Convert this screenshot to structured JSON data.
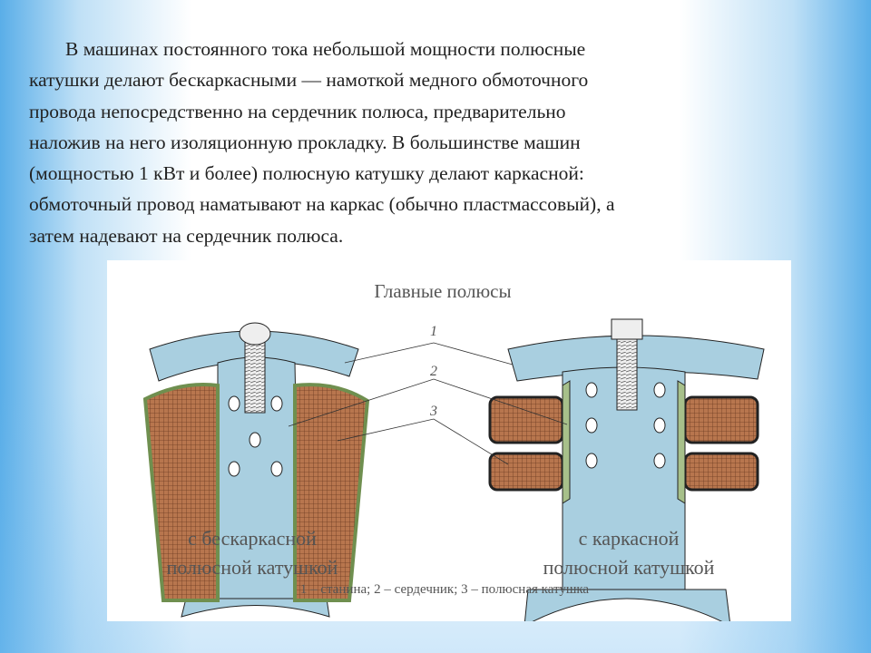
{
  "paragraph_lines": [
    "В машинах постоянного тока небольшой мощности полюсные",
    "катушки делают бескаркасными — намоткой медного обмоточного",
    "провода непосредственно на сердечник полюса, предварительно",
    "наложив на него изоляционную прокладку. В большинстве машин",
    "(мощностью 1 кВт и более) полюсную катушку делают каркасной:",
    "обмоточный провод наматывают на каркас (обычно пластмассовый), а",
    "затем надевают на сердечник полюса."
  ],
  "figure": {
    "title": "Главные полюсы",
    "callouts": [
      "1",
      "2",
      "3"
    ],
    "left_caption": [
      "с бескаркасной",
      "полюсной катушкой"
    ],
    "right_caption": [
      "с каркасной",
      "полюсной катушкой"
    ],
    "legend": "1 – станина; 2 – сердечник; 3 – полюсная катушка"
  },
  "colors": {
    "steel": "#a9cfe0",
    "coil": "#b8764e",
    "insulation": "#a7c08a"
  }
}
